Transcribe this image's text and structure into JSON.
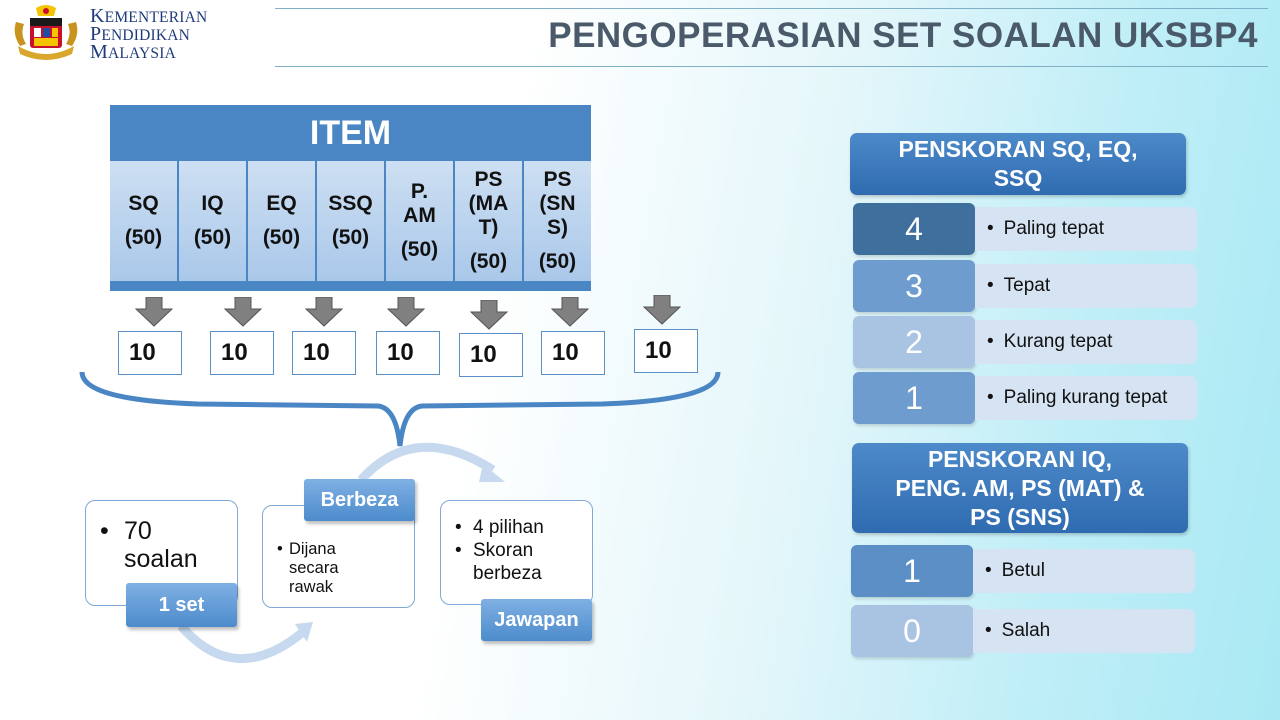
{
  "header": {
    "ministry_lines": [
      {
        "initial": "K",
        "rest": "EMENTERIAN"
      },
      {
        "initial": "P",
        "rest": "ENDIDIKAN"
      },
      {
        "initial": "M",
        "rest": "ALAYSIA"
      }
    ],
    "title": "PENGOPERASIAN SET SOALAN UKSBP4"
  },
  "item_table": {
    "heading": "ITEM",
    "columns": [
      {
        "code": "SQ",
        "count": "(50)"
      },
      {
        "code": "IQ",
        "count": "(50)"
      },
      {
        "code": "EQ",
        "count": "(50)"
      },
      {
        "code": "SSQ",
        "count": "(50)"
      },
      {
        "code": "P.\nAM",
        "count": "(50)"
      },
      {
        "code": "PS\n(MA\nT)",
        "count": "(50)"
      },
      {
        "code": "PS\n(SN\nS)",
        "count": "(50)"
      }
    ],
    "selected_counts": [
      "10",
      "10",
      "10",
      "10",
      "10",
      "10",
      "10"
    ]
  },
  "flow": {
    "card1": {
      "bullets": [
        "70 soalan"
      ],
      "tag": "1 set"
    },
    "card2": {
      "bullets": [
        "Dijana secara rawak"
      ],
      "tag": "Berbeza"
    },
    "card3": {
      "bullets": [
        "4 pilihan",
        "Skoran berbeza"
      ],
      "tag": "Jawapan"
    }
  },
  "scoring_sq": {
    "title": "PENSKORAN SQ, EQ, SSQ",
    "rows": [
      {
        "score": "4",
        "label": "Paling tepat",
        "color": "#3f6f9c"
      },
      {
        "score": "3",
        "label": "Tepat",
        "color": "#6e9ccf"
      },
      {
        "score": "2",
        "label": "Kurang tepat",
        "color": "#a9c4e2"
      },
      {
        "score": "1",
        "label": "Paling kurang tepat",
        "color": "#6e9ccf"
      }
    ]
  },
  "scoring_iq": {
    "title": "PENSKORAN IQ,\nPENG. AM, PS (MAT) &\nPS (SNS)",
    "rows": [
      {
        "score": "1",
        "label": "Betul",
        "color": "#5b8fc6"
      },
      {
        "score": "0",
        "label": "Salah",
        "color": "#a9c4e2"
      }
    ]
  },
  "colors": {
    "accent": "#4b86c4",
    "title_text": "#4a5a6a"
  }
}
